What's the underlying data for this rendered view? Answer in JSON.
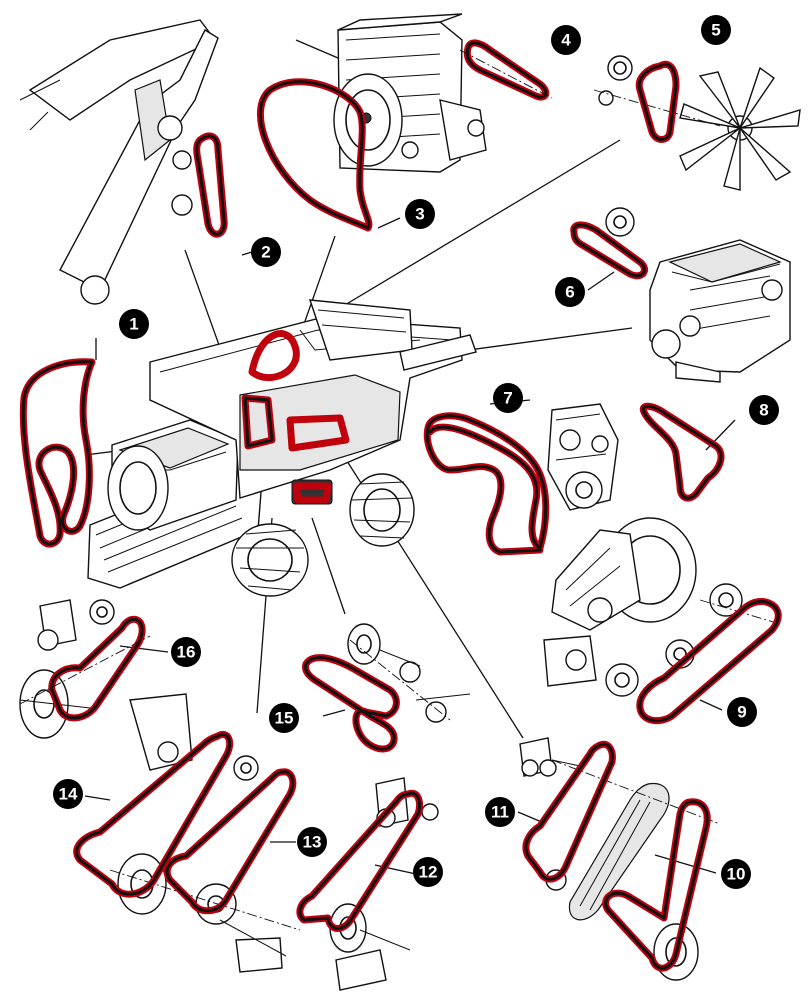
{
  "diagram": {
    "belt_color": "#c0000c",
    "belt_core_color": "#111111",
    "callouts": [
      {
        "label": "1"
      },
      {
        "label": "2"
      },
      {
        "label": "3"
      },
      {
        "label": "4"
      },
      {
        "label": "5"
      },
      {
        "label": "6"
      },
      {
        "label": "7"
      },
      {
        "label": "8"
      },
      {
        "label": "9"
      },
      {
        "label": "10"
      },
      {
        "label": "11"
      },
      {
        "label": "12"
      },
      {
        "label": "13"
      },
      {
        "label": "14"
      },
      {
        "label": "15"
      },
      {
        "label": "16"
      }
    ]
  }
}
